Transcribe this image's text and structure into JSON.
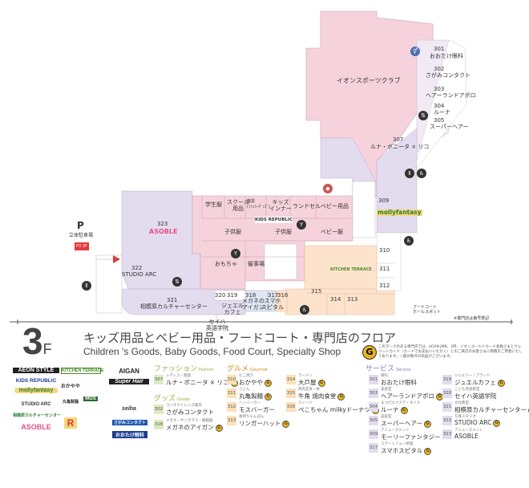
{
  "floor": {
    "number": "3",
    "suffix": "F"
  },
  "title": {
    "jp": "キッズ用品とベビー用品・フードコート・専門店のフロア",
    "en": "Children 's Goods, Baby Goods, Food Court, Specialty Shop"
  },
  "map": {
    "tenants": [
      {
        "id": "aeon_sports",
        "label": "イオンスポーツクラブ"
      },
      {
        "id": "301",
        "num": "301",
        "label": "おおたけ眼科"
      },
      {
        "id": "302",
        "num": "302",
        "label": "さがみコンタクト"
      },
      {
        "id": "303",
        "num": "303",
        "label": "ヘアーランドアポロ"
      },
      {
        "id": "304",
        "num": "304",
        "label": "ルーナ"
      },
      {
        "id": "305",
        "num": "305",
        "label": "スーパーヘアー"
      },
      {
        "id": "307",
        "num": "307",
        "label": "ルナ・ボニータ × リコ"
      },
      {
        "id": "309",
        "num": "309",
        "label": "mollyfantasy"
      },
      {
        "id": "310",
        "num": "310"
      },
      {
        "id": "311",
        "num": "311"
      },
      {
        "id": "312",
        "num": "312"
      },
      {
        "id": "313",
        "num": "313"
      },
      {
        "id": "314",
        "num": "314"
      },
      {
        "id": "315",
        "num": "315"
      },
      {
        "id": "316",
        "num": "316"
      },
      {
        "id": "317",
        "num": "317",
        "label": "スマホ\nスピタル"
      },
      {
        "id": "318",
        "num": "318",
        "label": "メガネの\nアイガン"
      },
      {
        "id": "319",
        "num": "319",
        "label": "ジェエル\nカフェ"
      },
      {
        "id": "320",
        "num": "320",
        "label": "セイハ\n英語学院"
      },
      {
        "id": "321",
        "num": "321",
        "label": "相模原カルチャーセンター"
      },
      {
        "id": "322",
        "num": "322",
        "label": "STUDIO ARC"
      },
      {
        "id": "323",
        "num": "323",
        "label": "ASOBLE"
      },
      {
        "id": "gakuseifuku",
        "label": "学生服"
      },
      {
        "id": "school",
        "label": "スクール\n用品"
      },
      {
        "id": "zakka",
        "label": "雑貨\n(ﾌｧﾝｼｰｸﾞｯｽﾞ)"
      },
      {
        "id": "kids_inner",
        "label": "キッズ\nインナー"
      },
      {
        "id": "randsel",
        "label": "ランドセル"
      },
      {
        "id": "baby_goods",
        "label": "ベビー用品"
      },
      {
        "id": "kids_republic",
        "label": "KIDS REPUBLIC"
      },
      {
        "id": "kodomofuku1",
        "label": "子供服"
      },
      {
        "id": "kodomofuku2",
        "label": "子供服"
      },
      {
        "id": "babyfuku",
        "label": "ベビー服"
      },
      {
        "id": "omocha",
        "label": "おもちゃ"
      },
      {
        "id": "moyooshi",
        "label": "催事場"
      },
      {
        "id": "kitchen_terrace",
        "label": "KITCHEN TERRACE"
      },
      {
        "id": "parking",
        "label": "立体駐車場"
      },
      {
        "id": "foodcourt_spot",
        "num": "",
        "label": "フードコート\nホールスポット"
      }
    ],
    "note": "※専門店は番号表記",
    "parking_symbol": "P",
    "parking_sub": "P3 3F"
  },
  "guide": {
    "g_note": "このマークのある専門店では、AEON JMB、3月、イオンゴールドカード会員さまとクレジットカード（カードでお支払いいただく）とのご来店のお客さまに特典をご用意いたしております。一部対象外の商品がございます。",
    "g_symbol": "G",
    "fashion": {
      "label": "ファッション",
      "en": "Fashion",
      "items": [
        {
          "num": "307",
          "sub": "レディス・雑貨",
          "name": "ルナ・ボニータ × リコ",
          "g": true
        }
      ]
    },
    "goods": {
      "label": "グッズ",
      "en": "Goods",
      "items": [
        {
          "num": "302",
          "sub": "コンタクトレンズ販売",
          "name": "さがみコンタクト",
          "g": false
        },
        {
          "num": "318",
          "sub": "メガネ・サングラス・補聴器",
          "name": "メガネのアイガン",
          "g": true
        }
      ]
    },
    "gourmet": {
      "label": "グルメ",
      "en": "Gourmet",
      "items": [
        {
          "num": "310",
          "sub": "たこ焼き",
          "name": "おかやや",
          "g": true
        },
        {
          "num": "311",
          "sub": "うどん",
          "name": "丸亀製麺",
          "g": true
        },
        {
          "num": "312",
          "sub": "ハンバーガー",
          "name": "モスバーガー",
          "g": false
        },
        {
          "num": "313",
          "sub": "長崎ちゃんぽん",
          "name": "リンガーハット",
          "g": true
        },
        {
          "num": "314",
          "sub": "ラーメン",
          "name": "大戸屋",
          "g": true
        },
        {
          "num": "315",
          "sub": "焼肉定食・丼",
          "name": "牛角 焼肉食堂",
          "g": true
        },
        {
          "num": "316",
          "sub": "スイーツ",
          "name": "ぺこちゃん milkyドーナツ",
          "g": true
        }
      ]
    },
    "service": {
      "label": "サービス",
      "en": "Service",
      "items": [
        {
          "num": "301",
          "sub": "眼科",
          "name": "おおたけ眼科",
          "g": false
        },
        {
          "num": "303",
          "sub": "美容室",
          "name": "ヘアーランドアポロ",
          "g": true
        },
        {
          "num": "304",
          "sub": "まつげエクステ・ネイル",
          "name": "ルーナ",
          "g": true
        },
        {
          "num": "305",
          "sub": "美容室",
          "name": "スーパーヘアー",
          "g": true
        },
        {
          "num": "309",
          "sub": "アミューズメント",
          "name": "モーリーファンタジー",
          "g": false
        },
        {
          "num": "317",
          "sub": "スマートフォン修理",
          "name": "スマホスピタル",
          "g": true
        },
        {
          "num": "319",
          "sub": "ジュエリー・ブランド",
          "name": "ジュエルカフェ",
          "g": true
        },
        {
          "num": "320",
          "sub": "こども英語教室",
          "name": "セイハ英語学院",
          "g": false
        },
        {
          "num": "321",
          "sub": "文化教室",
          "name": "相模原カルチャーセンター",
          "g": true
        },
        {
          "num": "322",
          "sub": "写真スタジオ",
          "name": "STUDIO ARC",
          "g": true
        },
        {
          "num": "323",
          "sub": "アミューズメント",
          "name": "ASOBLE",
          "g": false
        }
      ]
    },
    "logos": [
      {
        "id": "aeon_style",
        "text": "AEON STYLE"
      },
      {
        "id": "kids_republic",
        "text": "KIDS REPUBLIC"
      },
      {
        "id": "molly",
        "text": "mollyfantasy"
      },
      {
        "id": "arc",
        "text": "STUDIO ARC"
      },
      {
        "id": "culture",
        "text": "相模原カルチャーセンター"
      },
      {
        "id": "asoble",
        "text": "ASOBLE"
      },
      {
        "id": "kitchen",
        "text": "KITCHEN TERRACE"
      },
      {
        "id": "okaya",
        "text": "おかやや"
      },
      {
        "id": "marugame",
        "text": "丸亀製麺"
      },
      {
        "id": "mos",
        "text": "MOS"
      },
      {
        "id": "ringer",
        "text": "R"
      },
      {
        "id": "aigan",
        "text": "AIGAN"
      },
      {
        "id": "superhair",
        "text": "Super Hair"
      },
      {
        "id": "seiha",
        "text": "seiha"
      },
      {
        "id": "sagami",
        "text": "さがみコンタクト"
      },
      {
        "id": "ootake",
        "text": "おおたけ眼科"
      }
    ]
  }
}
